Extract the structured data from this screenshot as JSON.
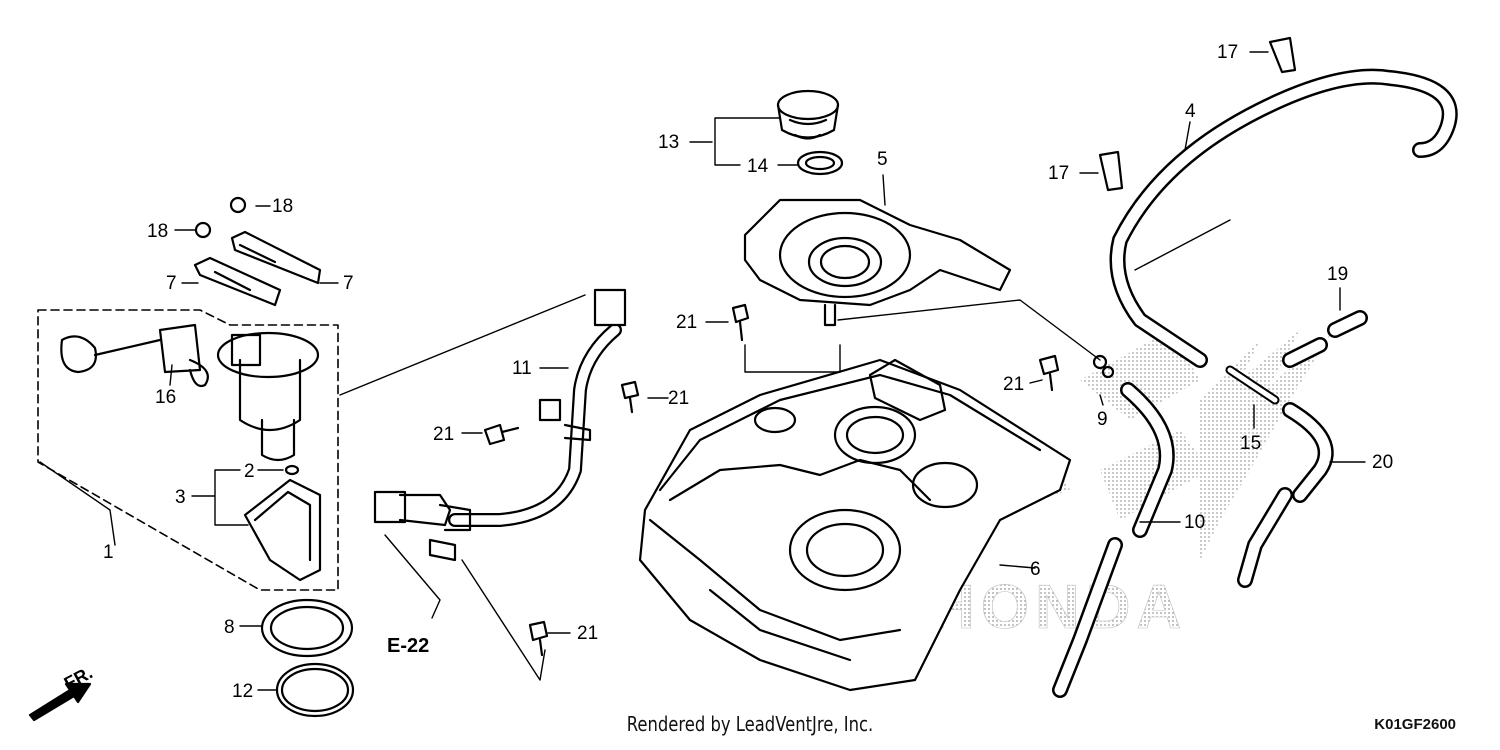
{
  "callouts": {
    "c1": "1",
    "c2": "2",
    "c3": "3",
    "c4": "4",
    "c5": "5",
    "c6": "6",
    "c7a": "7",
    "c7b": "7",
    "c8": "8",
    "c9": "9",
    "c10": "10",
    "c11": "11",
    "c12": "12",
    "c13": "13",
    "c14": "14",
    "c15": "15",
    "c16": "16",
    "c17a": "17",
    "c17b": "17",
    "c18a": "18",
    "c18b": "18",
    "c19": "19",
    "c20": "20",
    "c21a": "21",
    "c21b": "21",
    "c21c": "21",
    "c21d": "21",
    "c21e": "21",
    "ref": "E-22"
  },
  "direction_label": "FR.",
  "watermark_text": "HONDA",
  "footer": {
    "credit": "Rendered by LeadVentJre, Inc.",
    "code": "K01GF2600"
  }
}
